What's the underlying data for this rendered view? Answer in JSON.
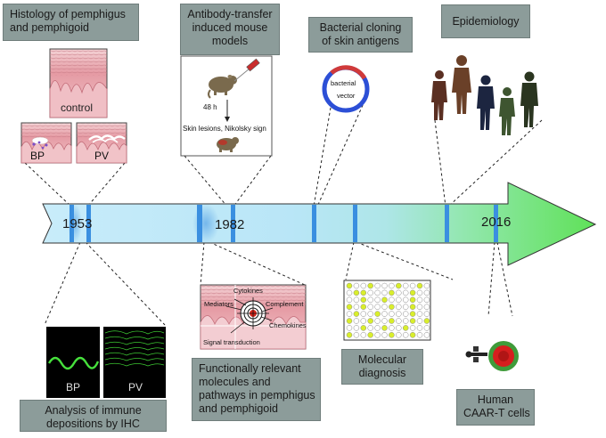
{
  "timeline": {
    "years": [
      "1953",
      "1982",
      "2016"
    ]
  },
  "top": {
    "histology": {
      "lines": [
        "Histology of pemphigus",
        "and pemphigoid"
      ],
      "control": "control",
      "bp": "BP",
      "pv": "PV"
    },
    "mouse": {
      "lines": [
        "Antibody-transfer",
        "induced mouse",
        "models"
      ],
      "hours": "48 h",
      "result": "Skin lesions, Nikolsky sign"
    },
    "cloning": {
      "lines": [
        "Bacterial cloning",
        "of skin antigens"
      ],
      "vector_line1": "bacterial",
      "vector_line2": "vector"
    },
    "epidemiology": {
      "lines": [
        "Epidemiology"
      ]
    }
  },
  "bottom": {
    "ihc": {
      "lines": [
        "Analysis of immune",
        "depositions by IHC"
      ],
      "bp": "BP",
      "pv": "PV"
    },
    "pathways": {
      "lines": [
        "Functionally relevant",
        "molecules and",
        "pathways in pemphigus",
        "and pemphigoid"
      ],
      "cytokines": "Cytokines",
      "mediators": "Mediators",
      "complement": "Complement",
      "chemokines": "Chemokines",
      "signal": "Signal transduction"
    },
    "molecular": {
      "lines": [
        "Molecular",
        "diagnosis"
      ]
    },
    "caart": {
      "lines": [
        "Human",
        "CAAR-T cells"
      ]
    }
  },
  "colors": {
    "label_bg": "#8c9c9a",
    "arrow_start": "#c8ecfa",
    "arrow_end": "#62e25a",
    "marker": "#3a8fe0",
    "skin": "#e7a5ad",
    "ihc_green": "#46e03c",
    "plate_well": "#d9ee2c"
  }
}
